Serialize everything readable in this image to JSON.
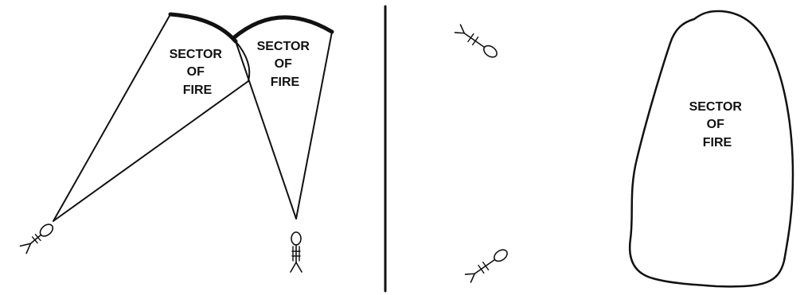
{
  "panels": {
    "left": {
      "sector_a": {
        "lines": [
          "SECTOR",
          "OF",
          "FIRE"
        ]
      },
      "sector_b": {
        "lines": [
          "SECTOR",
          "OF",
          "FIRE"
        ]
      }
    },
    "right": {
      "sector": {
        "lines": [
          "SECTOR",
          "OF",
          "FIRE"
        ]
      }
    }
  },
  "colors": {
    "ink": "#111111",
    "background": "#ffffff"
  },
  "icons": [
    "soldier-prone-icon",
    "soldier-standing-icon",
    "divider-line"
  ]
}
